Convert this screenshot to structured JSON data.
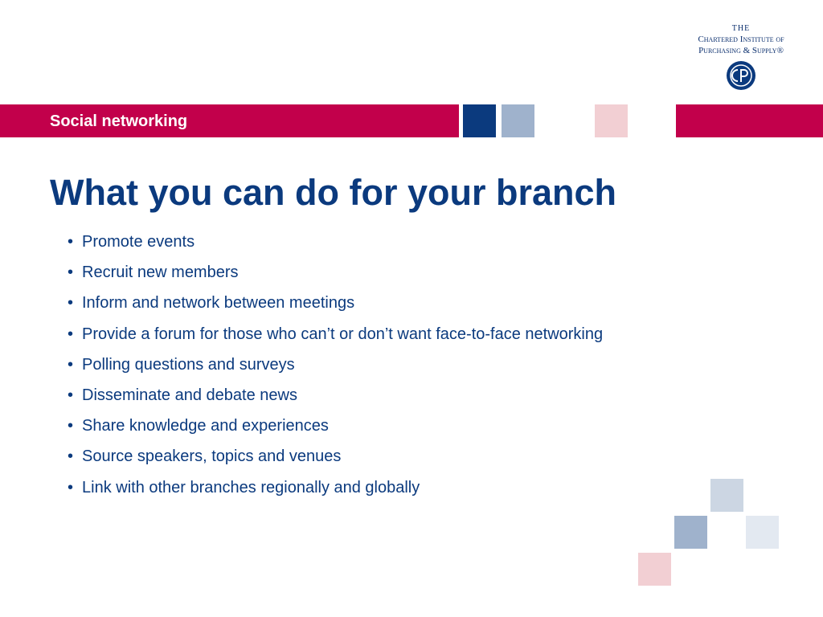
{
  "logo": {
    "line1": "THE",
    "line2": "Chartered Institute of",
    "line3": "Purchasing & Supply®",
    "seal_icon": "cips-seal-icon"
  },
  "header": {
    "section_title": "Social networking"
  },
  "slide": {
    "title": "What you can do for your branch",
    "bullets": [
      "Promote events",
      "Recruit new members",
      "Inform and network between meetings",
      "Provide a forum for those who can’t or don’t want face-to-face networking",
      "Polling questions and surveys",
      "Disseminate and debate news",
      "Share knowledge and experiences",
      "Source speakers, topics and venues",
      "Link with other branches regionally and globally"
    ]
  },
  "colors": {
    "brand_crimson": "#c2004b",
    "brand_navy": "#0b3a7e",
    "square_blue_dark": "#0b3a7e",
    "square_blue_light": "#9fb2cc",
    "square_pink": "#f2cfd3"
  }
}
